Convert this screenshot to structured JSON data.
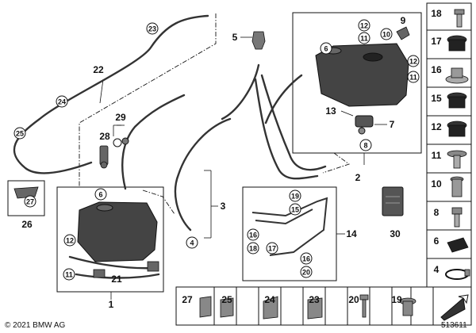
{
  "copyright": "© 2021 BMW AG",
  "diagram_id": "513611",
  "labels": {
    "n1": "1",
    "n2": "2",
    "n3": "3",
    "n5": "5",
    "n7": "7",
    "n9": "9",
    "n13": "13",
    "n14": "14",
    "n21": "21",
    "n22": "22",
    "n26": "26",
    "n28": "28",
    "n29": "29",
    "n30": "30"
  },
  "callouts": {
    "c23": "23",
    "c24": "24",
    "c25": "25",
    "c27": "27",
    "c6a": "6",
    "c12a": "12",
    "c11a": "11",
    "c6b": "6",
    "c12b": "12",
    "c11b": "11",
    "c10": "10",
    "c12c": "12",
    "c11c": "11",
    "c8": "8",
    "c4": "4",
    "c19": "19",
    "c15": "15",
    "c16a": "16",
    "c18": "18",
    "c17": "17",
    "c16b": "16",
    "c20": "20"
  },
  "parts_column": [
    "18",
    "17",
    "16",
    "15",
    "12",
    "11",
    "10",
    "8",
    "6",
    "4"
  ],
  "parts_row": [
    "27",
    "25",
    "24",
    "23",
    "20",
    "19"
  ]
}
